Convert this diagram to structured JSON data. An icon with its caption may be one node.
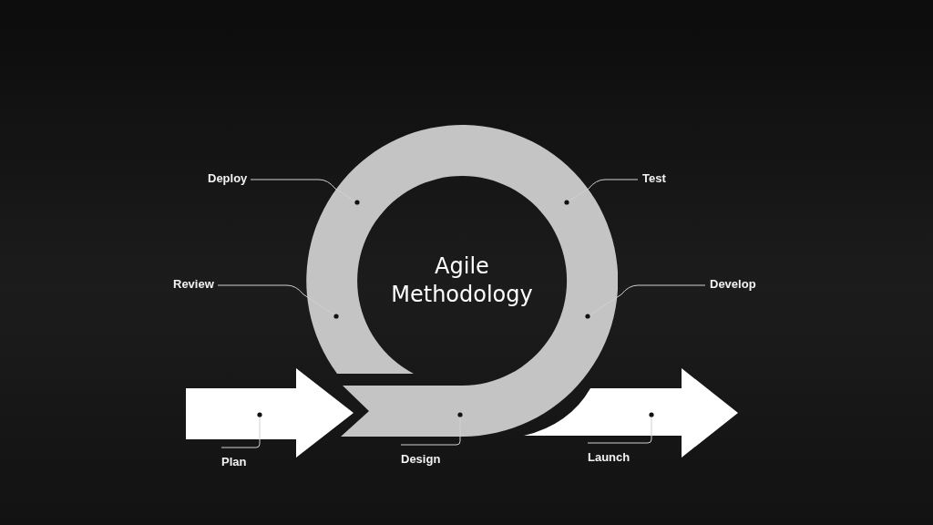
{
  "diagram": {
    "nodes": [
      {
        "text": [
          "Agile Methodology"
        ]
      },
      {
        "text": [],
        "shape": "arrow"
      },
      {
        "text": [],
        "shape": "arrow"
      },
      {
        "text": [
          "Deploy"
        ]
      },
      {
        "text": [
          "Test"
        ]
      },
      {
        "text": [
          "Review"
        ]
      },
      {
        "text": [
          "Develop"
        ]
      },
      {
        "text": [
          "Plan"
        ]
      },
      {
        "text": [
          "Design"
        ]
      },
      {
        "text": [
          "Launch"
        ]
      }
    ],
    "edges": [
      {
        "from": 3,
        "to": 0,
        "arrow": "other"
      },
      {
        "from": 4,
        "to": 0,
        "arrow": "other"
      },
      {
        "from": 5,
        "to": 0,
        "arrow": "other"
      },
      {
        "from": 6,
        "to": 0,
        "arrow": "other"
      },
      {
        "from": 7,
        "to": 1,
        "arrow": "other"
      },
      {
        "from": 8,
        "to": 0,
        "arrow": "other"
      },
      {
        "from": 9,
        "to": 2,
        "arrow": "other"
      }
    ]
  }
}
